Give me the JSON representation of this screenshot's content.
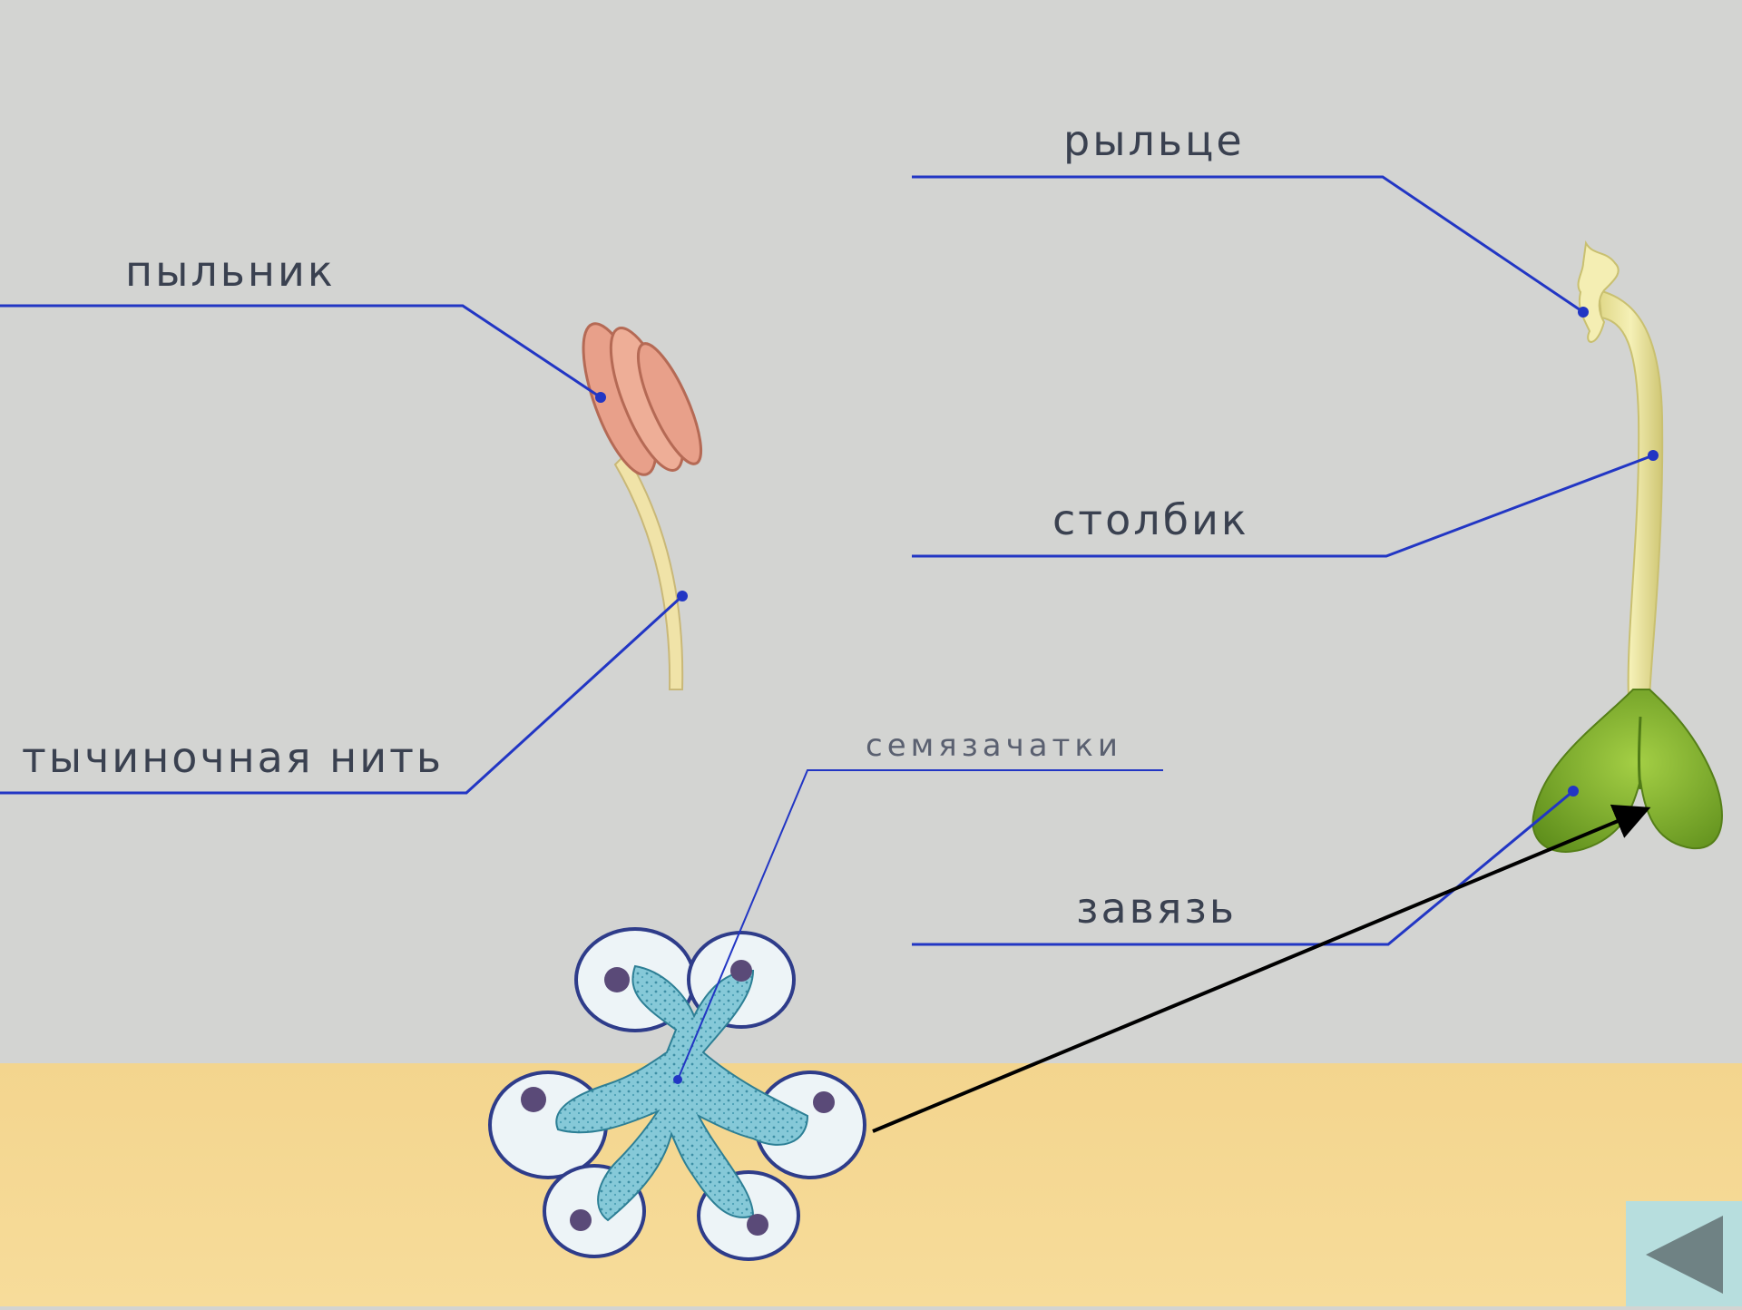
{
  "labels": {
    "anther": "пыльник",
    "filament": "тычиночная нить",
    "stigma": "рыльце",
    "style": "столбик",
    "ovary": "завязь",
    "ovules": "семязачатки"
  },
  "colors": {
    "background": "#d3d4d2",
    "bottom_band": "#f5d78f",
    "leader_line": "#2236c4",
    "arrow": "#000000",
    "anther": "#e8a08a",
    "filament": "#f0e3a8",
    "pistil_style": "#f0eaa0",
    "ovary": "#8cb832",
    "ovule_section": "#7cc7d8",
    "back_button": "#b7dede",
    "back_icon": "#6f8284"
  },
  "icons": {
    "back": "triangle-left-icon"
  }
}
